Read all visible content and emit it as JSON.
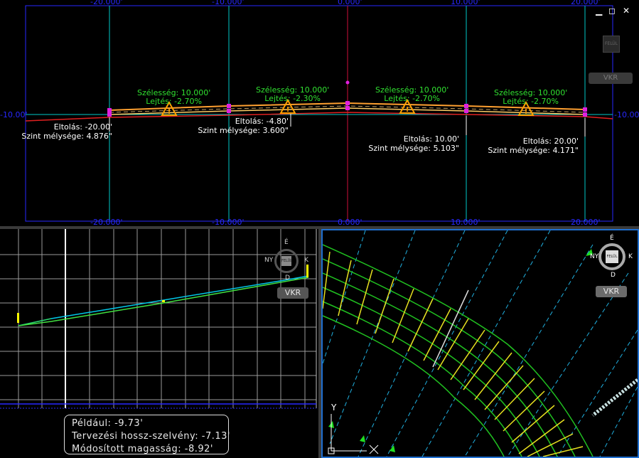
{
  "window_controls": {
    "minimize": "▁",
    "restore": "◻",
    "close": "✕"
  },
  "top_view": {
    "axis_labels_top": [
      "-20.000'",
      "-10.000'",
      "0.000'",
      "10.000'",
      "20.000'"
    ],
    "axis_labels_bottom": [
      "-20.000'",
      "-10.000'",
      "0.000'",
      "10.000'",
      "20.000'"
    ],
    "left_elev_label": "-10.00'",
    "right_elev_label": "-10.00'",
    "viewcube_label": "FELÜL",
    "vkr_button": "VKR",
    "segments": [
      {
        "width": "Szélesség: 10.000'",
        "slope": "Lejtés: -2.70%"
      },
      {
        "width": "Szélesség: 10.000'",
        "slope": "Lejtés: -2.30%"
      },
      {
        "width": "Szélesség: 10.000'",
        "slope": "Lejtés: -2.70%"
      },
      {
        "width": "Szélesség: 10.000'",
        "slope": "Lejtés: -2.70%"
      }
    ],
    "offsets": [
      {
        "offset": "Eltolás: -20.00'",
        "depth": "Szint mélysége: 4.876\""
      },
      {
        "offset": "Eltolás: -4.80'",
        "depth": "Szint mélysége: 3.600\""
      },
      {
        "offset": "Eltolás: 10.00'",
        "depth": "Szint mélysége: 5.103\""
      },
      {
        "offset": "Eltolás: 20.00'",
        "depth": "Szint mélysége: 4.171\""
      }
    ]
  },
  "left_view": {
    "compass": {
      "n": "É",
      "s": "D",
      "e": "K",
      "w": "NY",
      "center": "FELÜL"
    },
    "vkr_button": "VKR"
  },
  "right_view": {
    "compass": {
      "n": "É",
      "s": "D",
      "e": "K",
      "w": "NY",
      "center": "FELÜL"
    },
    "vkr_button": "VKR",
    "ucs_y": "Y"
  },
  "tooltip": {
    "line1": "Például: -9.73'",
    "line2": "Tervezési hossz-szelvény: -7.13'",
    "line3": "Módosított magasság: -8.92'"
  }
}
